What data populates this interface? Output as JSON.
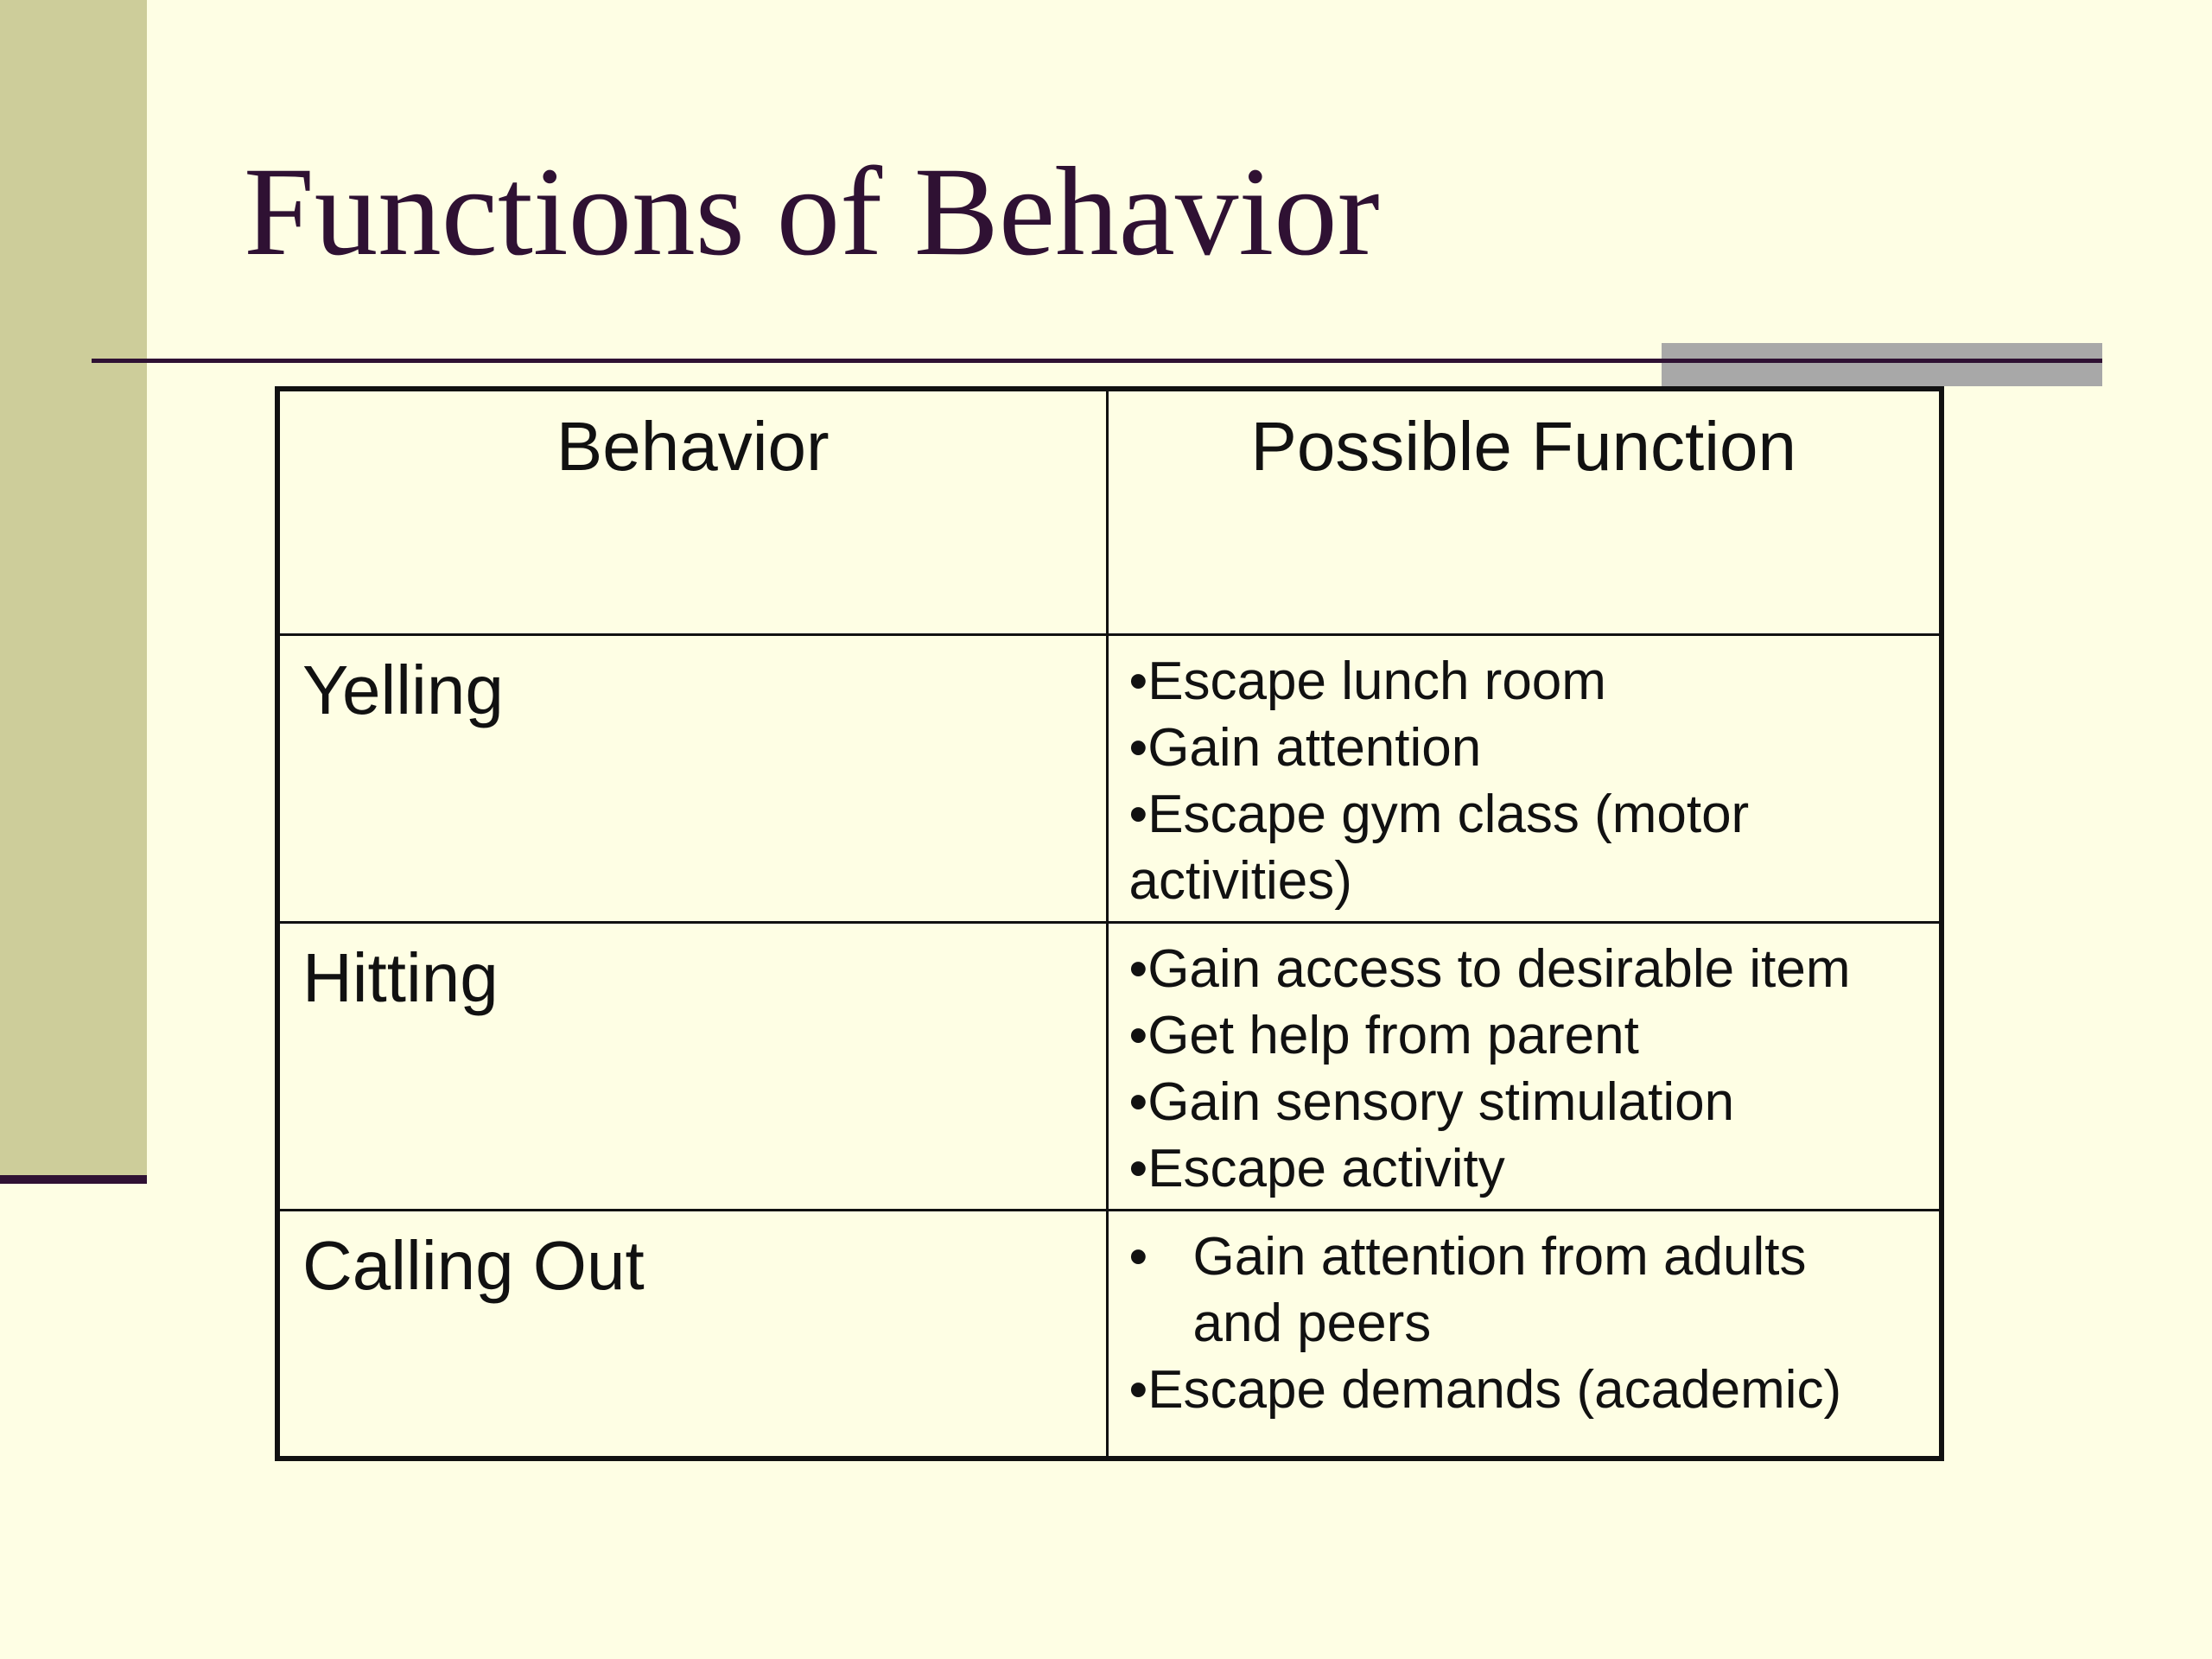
{
  "slide": {
    "title": "Functions of Behavior"
  },
  "table": {
    "headers": [
      "Behavior",
      "Possible Function"
    ],
    "rows": [
      {
        "behavior": "Yelling",
        "functions": [
          "•Escape lunch room",
          "•Gain attention",
          "•Escape gym class (motor",
          "activities)"
        ]
      },
      {
        "behavior": "Hitting",
        "functions": [
          "•Gain access to desirable item",
          "•Get help from parent",
          "•Gain sensory stimulation",
          "•Escape activity"
        ]
      },
      {
        "behavior": "Calling Out",
        "bulleted_item": {
          "bullet": "•",
          "lines": [
            "Gain attention from adults",
            "and peers"
          ]
        },
        "functions": [
          "•Escape demands (academic)"
        ]
      }
    ]
  },
  "colors": {
    "background": "#fefee4",
    "side_bar": "#cdcd9a",
    "title": "#2f1133",
    "accent_block": "#a8a8a8"
  }
}
